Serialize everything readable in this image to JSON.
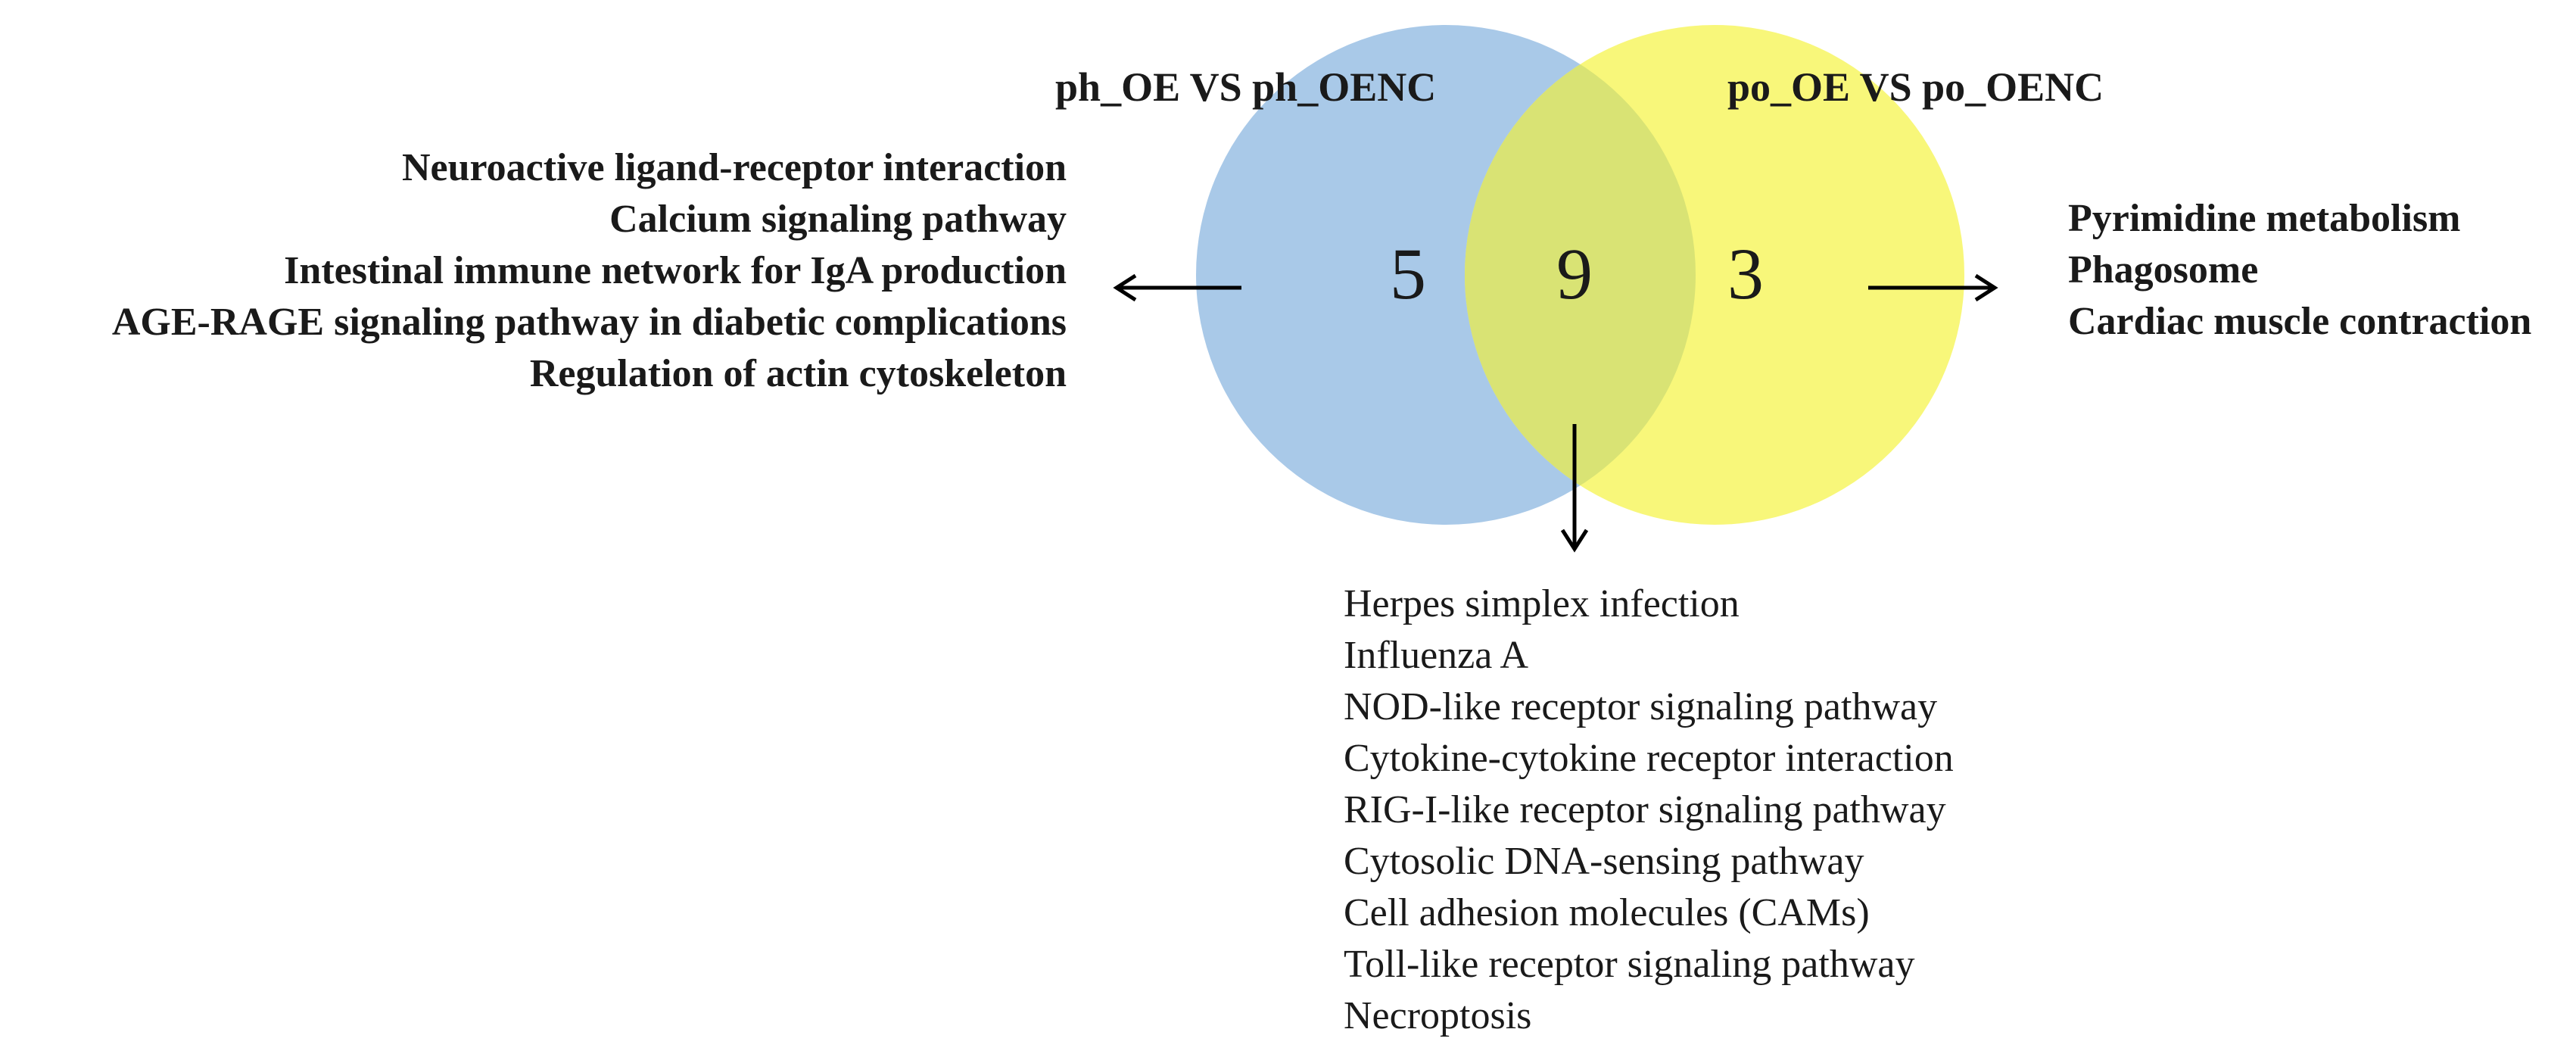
{
  "venn": {
    "set_a": {
      "label": "ph_OE VS ph_OENC",
      "color": "#a9c9e8",
      "unique_count": "5",
      "unique_terms": [
        "Neuroactive ligand-receptor interaction",
        "Calcium signaling pathway",
        "Intestinal immune network for IgA production",
        "AGE-RAGE signaling pathway in diabetic complications",
        "Regulation of actin cytoskeleton"
      ]
    },
    "set_b": {
      "label": "po_OE VS po_OENC",
      "color": "#f8f77a",
      "unique_count": "3",
      "unique_terms": [
        "Pyrimidine metabolism",
        "Phagosome",
        "Cardiac muscle contraction"
      ]
    },
    "overlap": {
      "color": "#d9e374",
      "count": "9",
      "terms": [
        "Herpes simplex infection",
        "Influenza A",
        "NOD-like receptor signaling pathway",
        "Cytokine-cytokine receptor interaction",
        "RIG-I-like receptor signaling pathway",
        "Cytosolic DNA-sensing pathway",
        "Cell adhesion molecules (CAMs)",
        "Toll-like receptor signaling pathway",
        "Necroptosis"
      ]
    }
  }
}
